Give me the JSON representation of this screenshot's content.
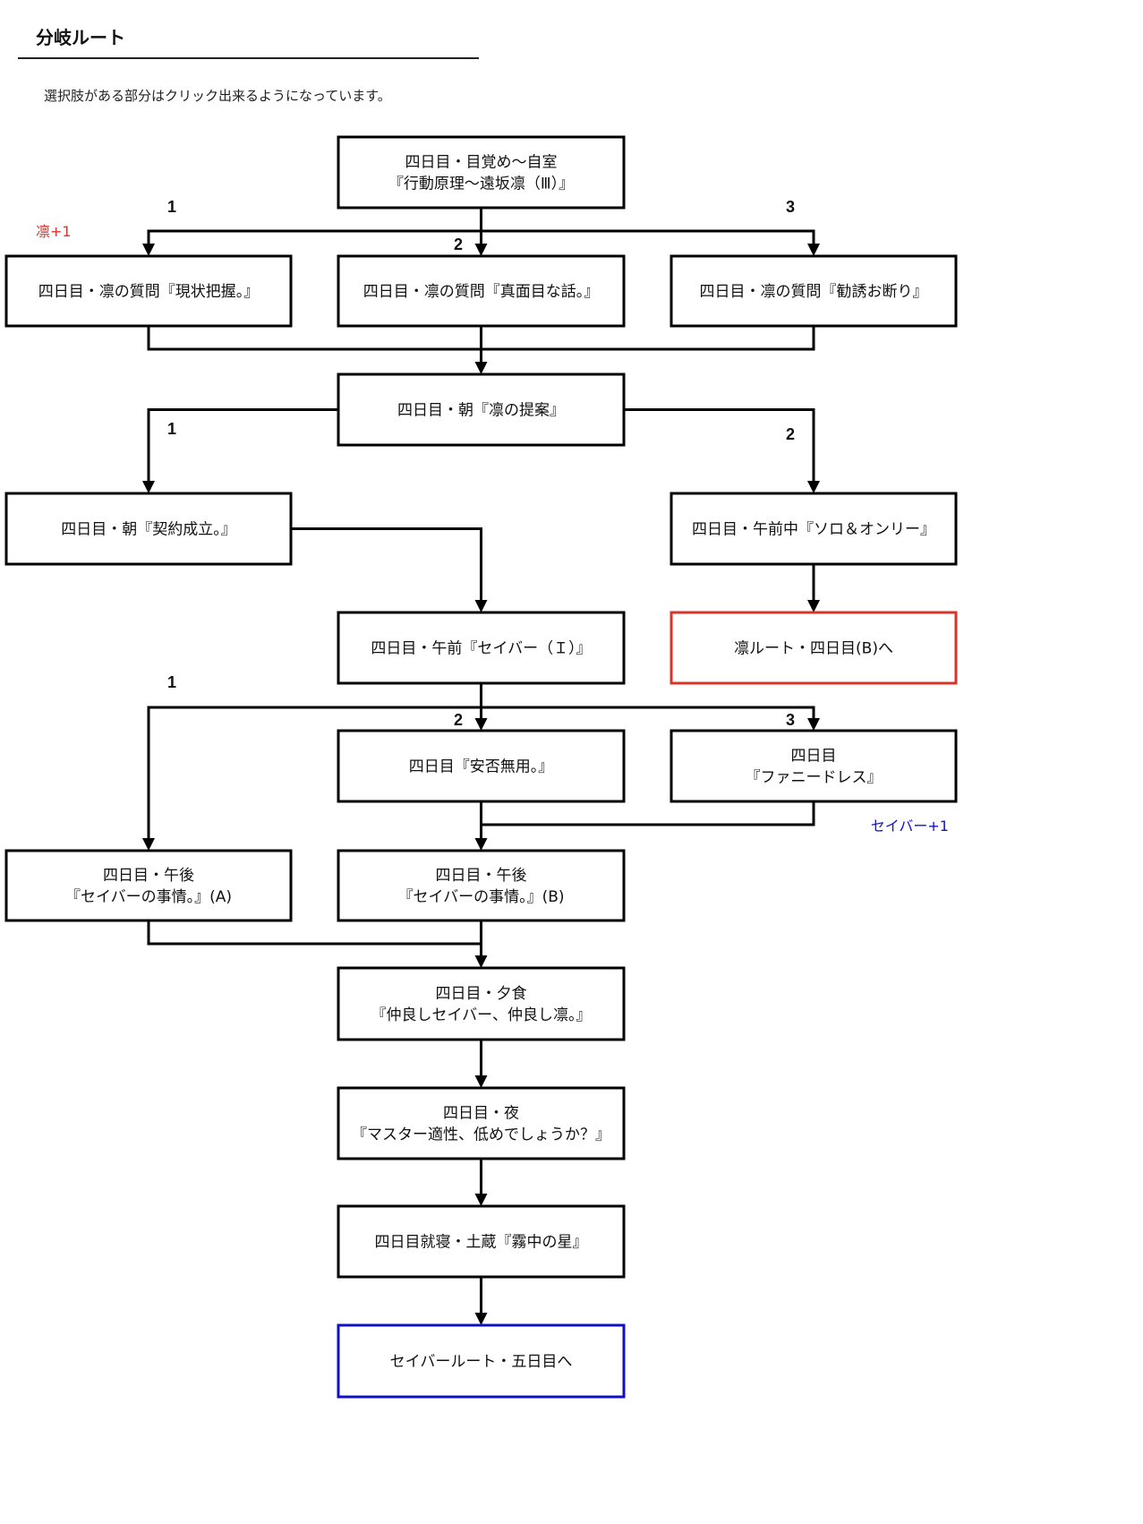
{
  "header": {
    "title": "分岐ルート",
    "intro": "選択肢がある部分はクリック出来るようになっています。"
  },
  "colors": {
    "line": "#000000",
    "rin_accent": "#d9342b",
    "saber_accent": "#1010cc"
  },
  "nodes": [
    {
      "id": "n1",
      "lines": [
        "四日目・目覚め〜自室",
        "『行動原理〜遠坂凛（Ⅲ）』"
      ],
      "style": "normal"
    },
    {
      "id": "n2a",
      "lines": [
        "四日目・凛の質問『現状把握。』"
      ],
      "style": "normal"
    },
    {
      "id": "n2b",
      "lines": [
        "四日目・凛の質問『真面目な話。』"
      ],
      "style": "normal"
    },
    {
      "id": "n2c",
      "lines": [
        "四日目・凛の質問『勧誘お断り』"
      ],
      "style": "normal"
    },
    {
      "id": "n3",
      "lines": [
        "四日目・朝『凛の提案』"
      ],
      "style": "normal"
    },
    {
      "id": "n4a",
      "lines": [
        "四日目・朝『契約成立。』"
      ],
      "style": "normal"
    },
    {
      "id": "n4b",
      "lines": [
        "四日目・午前中『ソロ＆オンリー』"
      ],
      "style": "normal"
    },
    {
      "id": "n5a",
      "lines": [
        "四日目・午前『セイバー（Ｉ）』"
      ],
      "style": "normal"
    },
    {
      "id": "n5b",
      "lines": [
        "凛ルート・四日目(B)へ"
      ],
      "style": "red"
    },
    {
      "id": "n6b",
      "lines": [
        "四日目『安否無用。』"
      ],
      "style": "normal"
    },
    {
      "id": "n6c",
      "lines": [
        "四日目",
        "『ファニードレス』"
      ],
      "style": "normal"
    },
    {
      "id": "n7a",
      "lines": [
        "四日目・午後",
        "『セイバーの事情。』(A)"
      ],
      "style": "normal"
    },
    {
      "id": "n7b",
      "lines": [
        "四日目・午後",
        "『セイバーの事情。』(B)"
      ],
      "style": "normal"
    },
    {
      "id": "n8",
      "lines": [
        "四日目・夕食",
        "『仲良しセイバー、仲良し凛。』"
      ],
      "style": "normal"
    },
    {
      "id": "n9",
      "lines": [
        "四日目・夜",
        "『マスター適性、低めでしょうか？』"
      ],
      "style": "normal"
    },
    {
      "id": "n10",
      "lines": [
        "四日目就寝・土蔵『霧中の星』"
      ],
      "style": "normal"
    },
    {
      "id": "n11",
      "lines": [
        "セイバールート・五日目へ"
      ],
      "style": "blue"
    }
  ],
  "choice_labels": [
    {
      "text": "1",
      "branch_from": "n1",
      "to": "n2a"
    },
    {
      "text": "2",
      "branch_from": "n1",
      "to": "n2b"
    },
    {
      "text": "3",
      "branch_from": "n1",
      "to": "n2c"
    },
    {
      "text": "1",
      "branch_from": "n3",
      "to": "n4a"
    },
    {
      "text": "2",
      "branch_from": "n3",
      "to": "n4b"
    },
    {
      "text": "1",
      "branch_from": "n5a",
      "to": "n7a"
    },
    {
      "text": "2",
      "branch_from": "n5a",
      "to": "n6b"
    },
    {
      "text": "3",
      "branch_from": "n5a",
      "to": "n6c"
    }
  ],
  "flags": [
    {
      "text": "凛+1",
      "color": "#d9342b",
      "near": "n2a"
    },
    {
      "text": "セイバー+1",
      "color": "#1010cc",
      "near": "n6c"
    }
  ]
}
